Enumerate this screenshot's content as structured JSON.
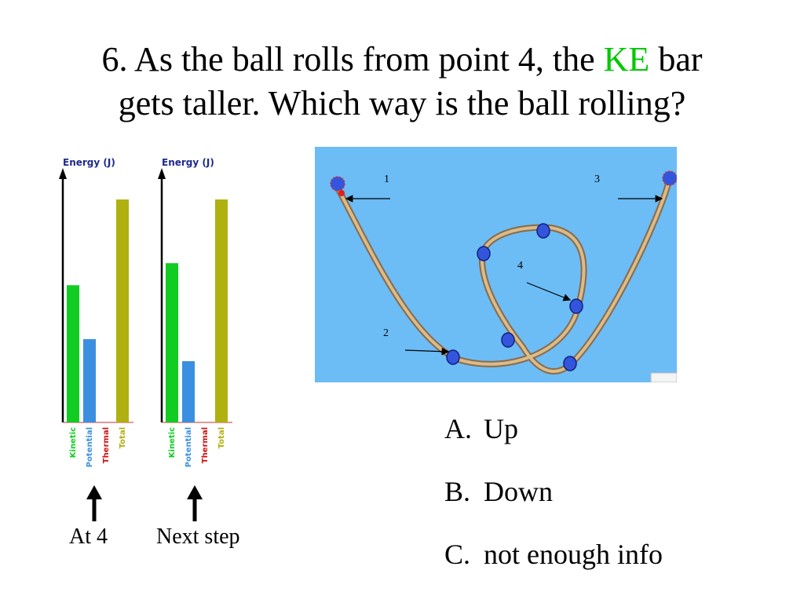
{
  "question": {
    "line1_before": "6. As the ball rolls from point 4, the ",
    "line1_highlight": "KE",
    "line1_after": " bar",
    "line2": "gets taller. Which way is the ball rolling?",
    "highlight_color": "#00c800"
  },
  "chart_data": [
    {
      "type": "bar",
      "title": "Energy (J)",
      "categories": [
        "Kinetic",
        "Potential",
        "Thermal",
        "Total"
      ],
      "values": [
        56,
        34,
        0,
        91
      ],
      "ylim": [
        0,
        100
      ],
      "colors": [
        "#11cc22",
        "#3a8fe0",
        "#d01010",
        "#b0b010"
      ],
      "grid": false
    },
    {
      "type": "bar",
      "title": "Energy (J)",
      "categories": [
        "Kinetic",
        "Potential",
        "Thermal",
        "Total"
      ],
      "values": [
        65,
        25,
        0,
        91
      ],
      "ylim": [
        0,
        100
      ],
      "colors": [
        "#11cc22",
        "#3a8fe0",
        "#d01010",
        "#b0b010"
      ],
      "grid": false
    }
  ],
  "captions": {
    "chart1": "At 4",
    "chart2": "Next step"
  },
  "track": {
    "labels": [
      "1",
      "2",
      "3",
      "4"
    ],
    "track_color": "#c8a878",
    "ball_color": "#3355dd"
  },
  "choices": [
    {
      "letter": "A.",
      "text": "Up"
    },
    {
      "letter": "B.",
      "text": "Down"
    },
    {
      "letter": "C.",
      "text": "not enough info"
    }
  ]
}
